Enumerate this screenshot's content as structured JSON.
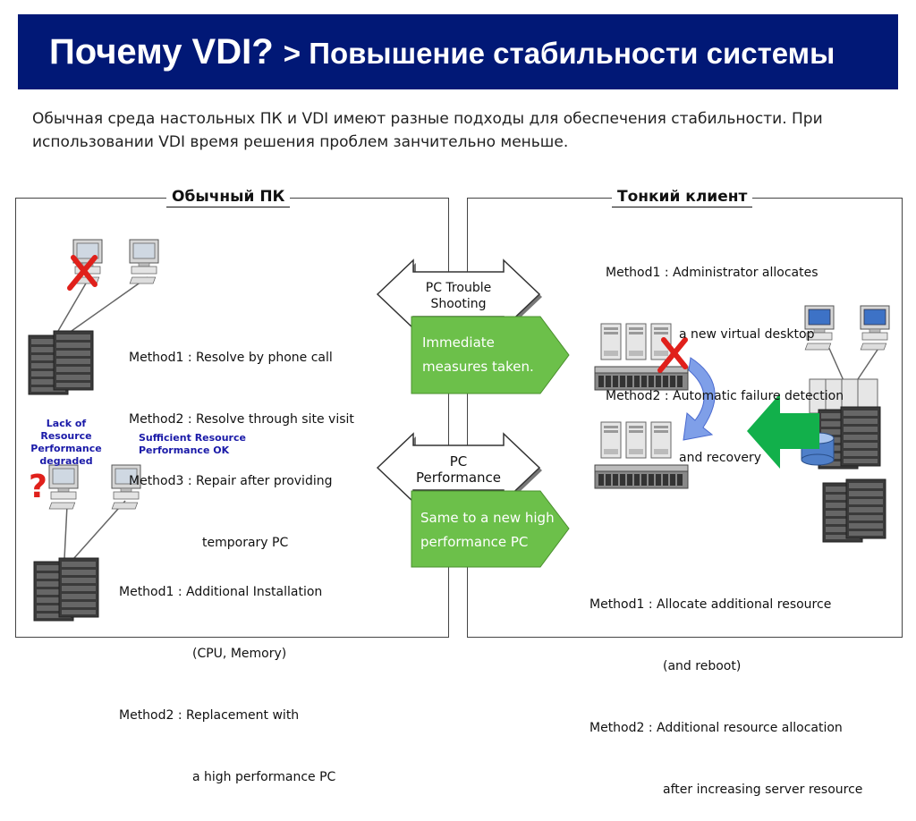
{
  "title": {
    "main": "Почему VDI?",
    "sub": "> Повышение стабильности системы"
  },
  "intro": "Обычная среда настольных ПК и VDI имеют разные подходы для обеспечения стабильности. При использовании VDI время решения проблем занчительно меньше.",
  "left_panel": {
    "title": "Обычный ПК",
    "trouble_methods": [
      "Method1 : Resolve by phone call",
      "Method2 : Resolve through site visit",
      "Method3 : Repair after providing",
      "temporary PC"
    ],
    "perf_label_degraded": [
      "Lack of Resource",
      "Performance",
      "degraded"
    ],
    "perf_label_ok": [
      "Sufficient Resource",
      "Performance OK"
    ],
    "perf_methods": [
      "Method1 : Additional Installation",
      "(CPU, Memory)",
      "Method2 : Replacement with",
      "a high performance PC"
    ]
  },
  "center": {
    "trouble_arrow": [
      "PC Trouble",
      "Shooting"
    ],
    "trouble_result": [
      "Immediate",
      "measures taken."
    ],
    "perf_arrow": [
      "PC",
      "Performance"
    ],
    "perf_result": [
      "Same to a new high",
      "performance PC"
    ]
  },
  "right_panel": {
    "title": "Тонкий клиент",
    "trouble_methods": [
      "Method1 : Administrator allocates",
      "a new virtual desktop",
      "Method2 : Automatic failure detection",
      "and recovery"
    ],
    "perf_methods": [
      "Method1 : Allocate additional resource",
      "(and reboot)",
      "Method2 : Additional resource allocation",
      "after increasing server resource"
    ]
  },
  "colors": {
    "title_bg": "#011876",
    "green": "#6cc04a",
    "arrow_green": "#12b04b",
    "red": "#e0201b"
  },
  "icons": [
    "desktop-pc-icon",
    "server-rack-icon",
    "x-mark-icon",
    "question-mark-icon",
    "database-icon",
    "curved-arrow-icon"
  ]
}
